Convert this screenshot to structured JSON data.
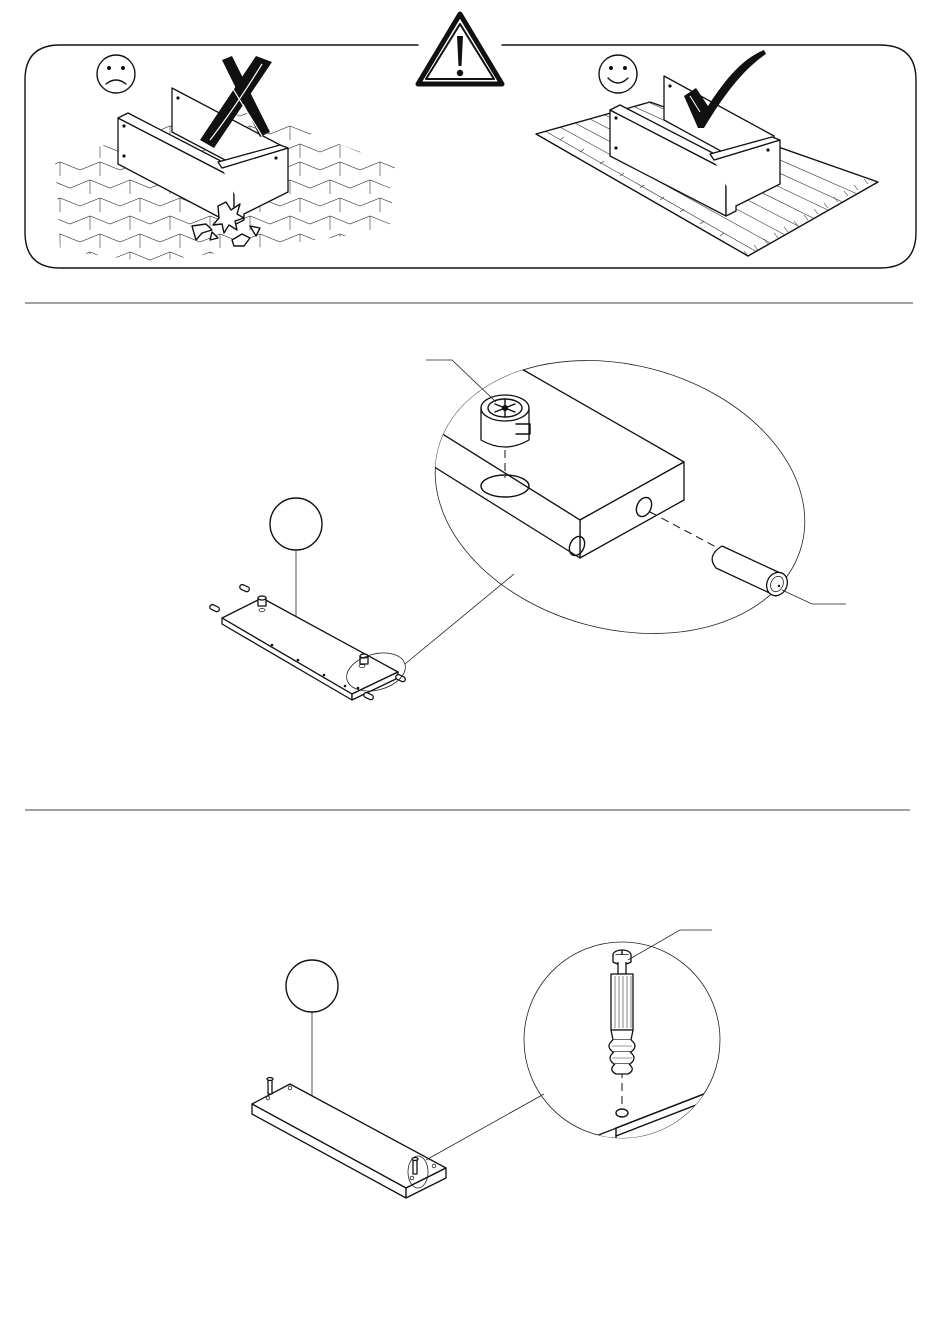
{
  "document": {
    "type": "assembly-instructions",
    "sections": [
      {
        "name": "warning-banner",
        "icons": [
          "sad-face-icon",
          "warning-triangle-icon",
          "smiley-face-icon",
          "cross-mark-icon",
          "check-mark-icon"
        ]
      },
      {
        "name": "step-cam-lock-housing-and-dowel",
        "icons": [
          "cam-lock-housing-icon",
          "wooden-dowel-icon",
          "part-number-circle-icon"
        ]
      },
      {
        "name": "step-cam-bolt",
        "icons": [
          "cam-bolt-icon",
          "part-number-circle-icon"
        ]
      }
    ],
    "colors": {
      "ink": "#111111",
      "paper": "#ffffff"
    }
  }
}
